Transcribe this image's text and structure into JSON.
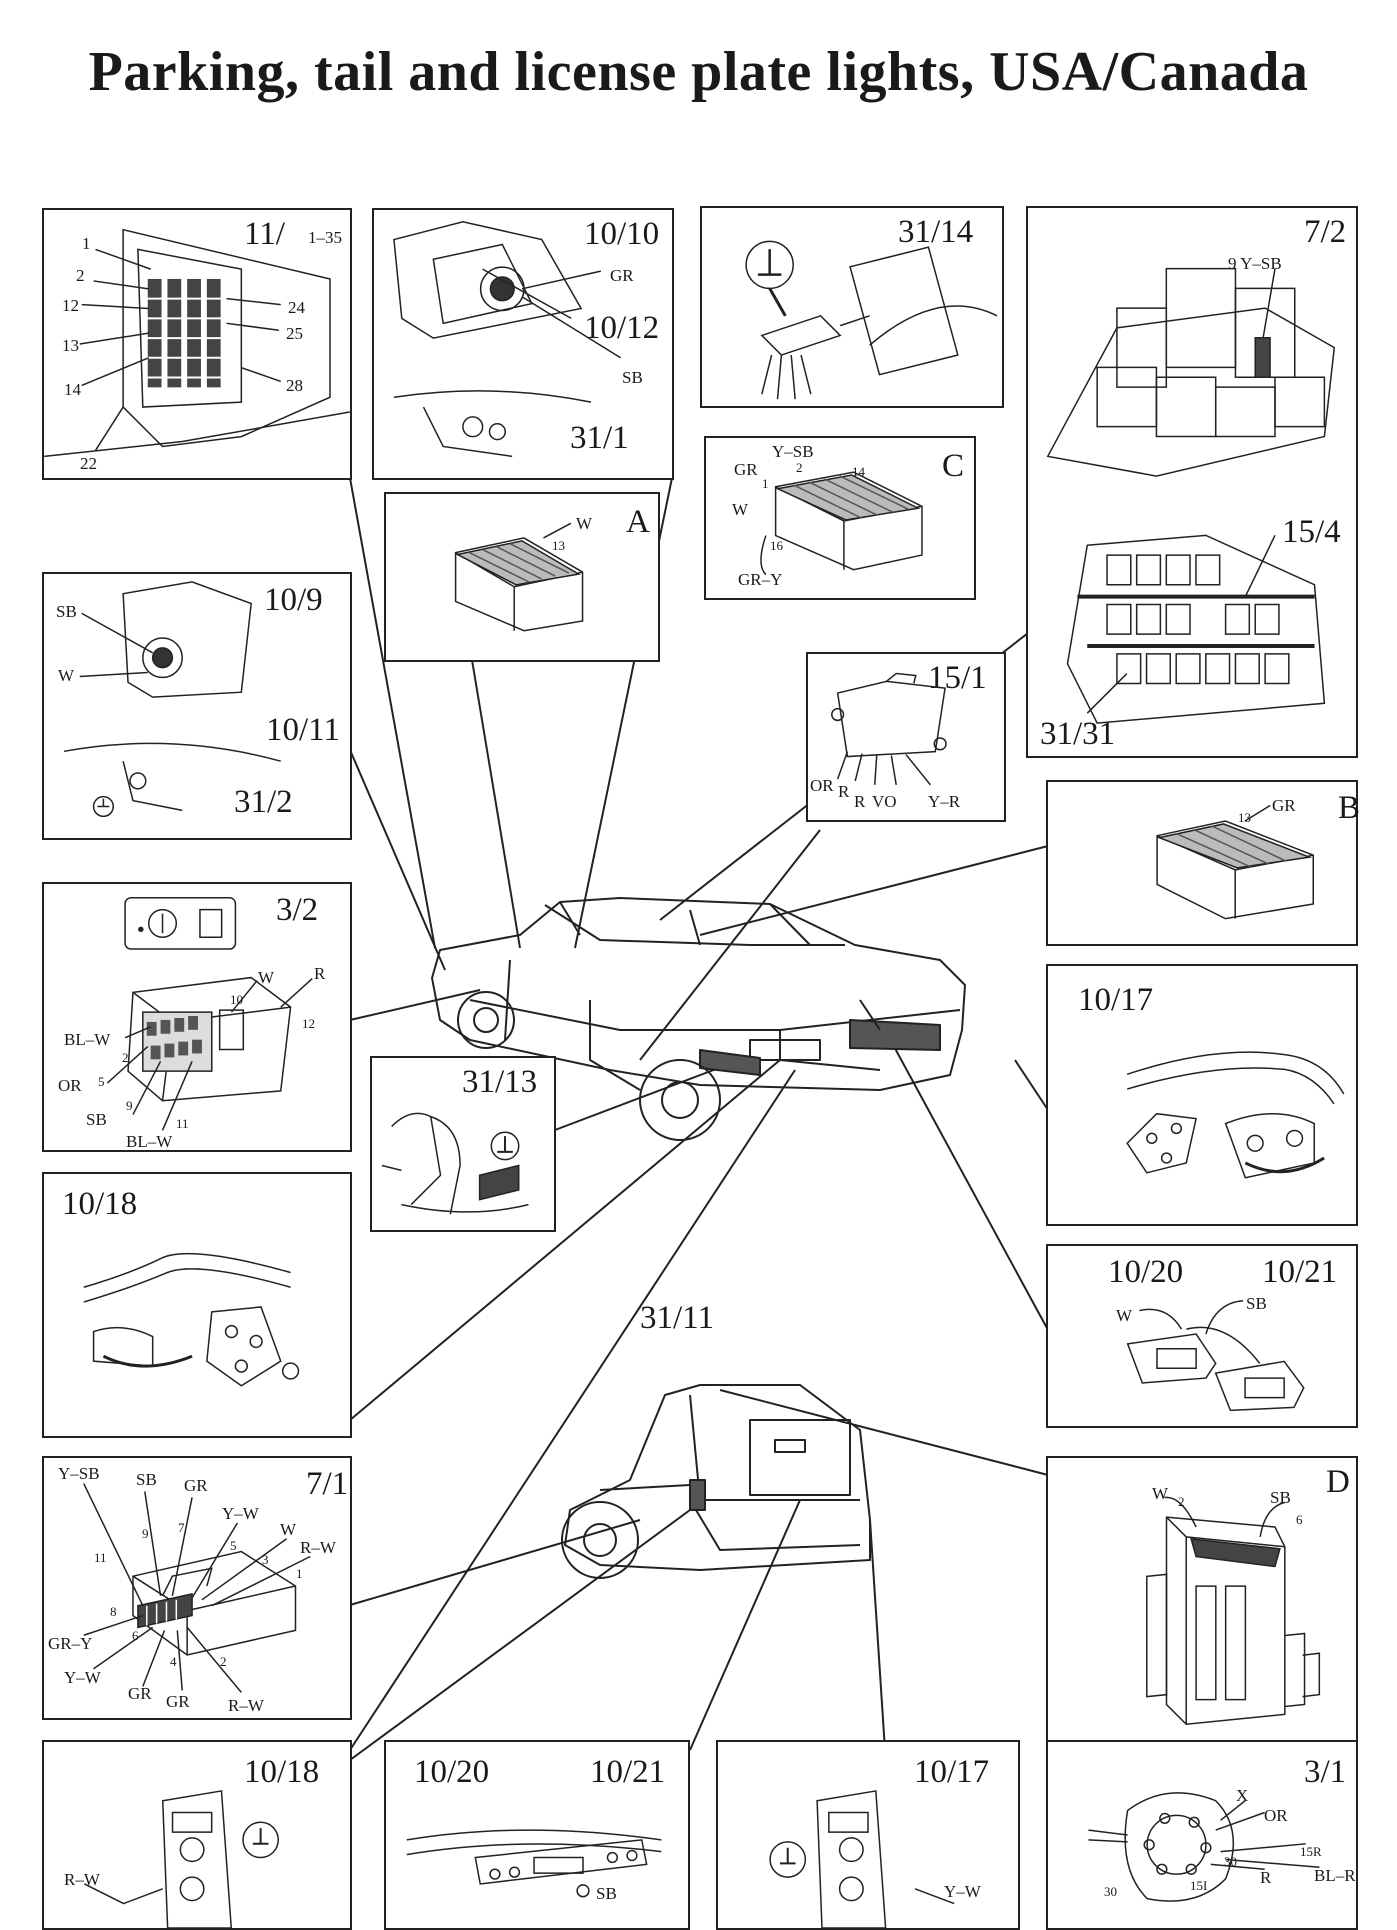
{
  "title": "Parking, tail and license plate lights, USA/Canada",
  "panels": {
    "p11": {
      "label": "11/",
      "sub": "1–35",
      "pins": [
        "1",
        "2",
        "12",
        "13",
        "14",
        "22",
        "24",
        "25",
        "28"
      ]
    },
    "p1010": {
      "label": "10/10",
      "label2": "10/12",
      "label3": "31/1",
      "wires": [
        "GR",
        "SB"
      ]
    },
    "p3114": {
      "label": "31/14"
    },
    "p72": {
      "label": "7/2",
      "wire": "9 Y–SB",
      "label2": "15/4",
      "label3": "31/31"
    },
    "pA": {
      "label": "A",
      "wire": "W",
      "pin": "13"
    },
    "pC": {
      "label": "C",
      "wires": [
        "Y–SB",
        "GR",
        "W",
        "GR–Y"
      ],
      "pins": [
        "2",
        "14",
        "1",
        "16"
      ]
    },
    "p109": {
      "label": "10/9",
      "label2": "10/11",
      "label3": "31/2",
      "wires": [
        "SB",
        "W"
      ]
    },
    "p151": {
      "label": "15/1",
      "wires": [
        "OR",
        "R",
        "R",
        "VO",
        "Y–R"
      ]
    },
    "pB": {
      "label": "B",
      "wire": "GR",
      "pin": "13"
    },
    "p32": {
      "label": "3/2",
      "wires": [
        "W",
        "R",
        "BL–W",
        "OR",
        "SB",
        "BL–W"
      ],
      "pins": [
        "10",
        "12",
        "2",
        "5",
        "9",
        "11"
      ]
    },
    "p3113": {
      "label": "31/13"
    },
    "p1017": {
      "label": "10/17"
    },
    "p1018": {
      "label": "10/18"
    },
    "p3111": {
      "label": "31/11"
    },
    "p1020": {
      "label": "10/20",
      "label2": "10/21",
      "wires": [
        "W",
        "SB"
      ]
    },
    "p71": {
      "label": "7/1",
      "wires": [
        "Y–SB",
        "SB",
        "GR",
        "Y–W",
        "W",
        "R–W",
        "GR–Y",
        "Y–W",
        "GR",
        "GR",
        "R–W"
      ],
      "pins": [
        "11",
        "9",
        "7",
        "5",
        "3",
        "1",
        "8",
        "6",
        "4",
        "2"
      ]
    },
    "pD": {
      "label": "D",
      "wires": [
        "W",
        "SB"
      ],
      "pins": [
        "2",
        "6"
      ]
    },
    "pb1018": {
      "label": "10/18",
      "wire": "R–W"
    },
    "pb1020": {
      "label": "10/20",
      "label2": "10/21",
      "wire": "SB"
    },
    "pb1017": {
      "label": "10/17",
      "wire": "Y–W"
    },
    "p31": {
      "label": "3/1",
      "wires": [
        "X",
        "OR",
        "15R",
        "30",
        "BL–R",
        "30",
        "R",
        "15I"
      ]
    }
  }
}
